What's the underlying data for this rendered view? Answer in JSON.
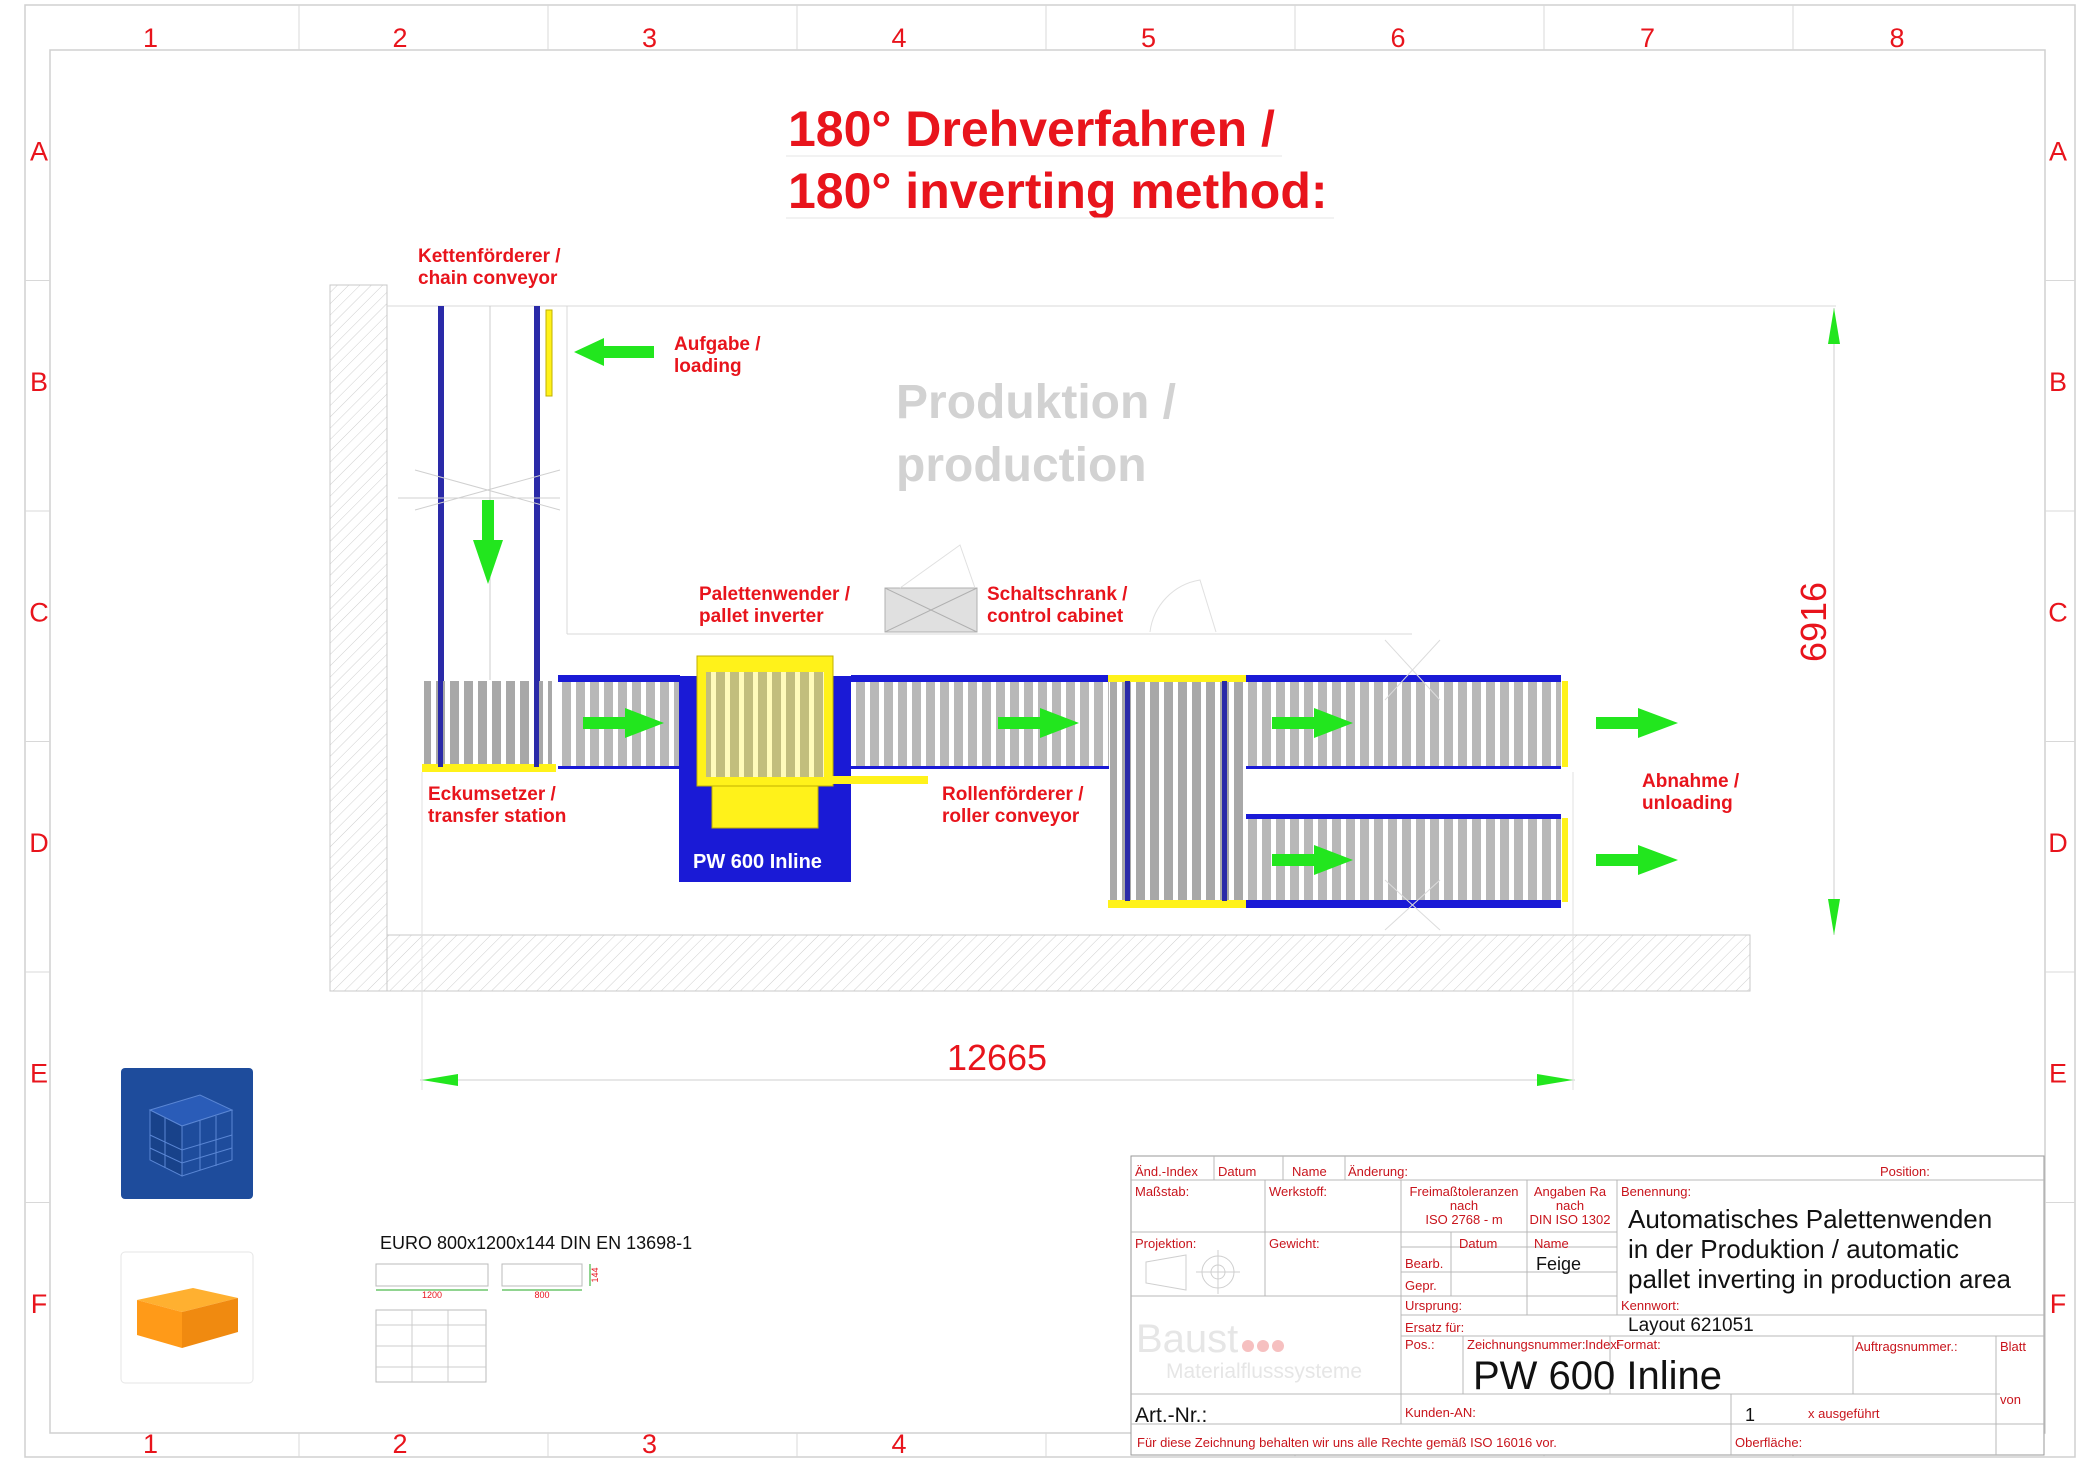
{
  "colors": {
    "accent_red": "#e8141c",
    "conveyor_blue": "#1a1ad6",
    "machine_yellow": "#fff21a",
    "arrow_green": "#22e61e",
    "roller_grey": "#b4b4b4",
    "wall_hatch": "#c8c8c8"
  },
  "grid": {
    "columns": [
      "1",
      "2",
      "3",
      "4",
      "5",
      "6",
      "7",
      "8"
    ],
    "rows": [
      "A",
      "B",
      "C",
      "D",
      "E",
      "F"
    ],
    "bottom_columns": [
      "1",
      "2",
      "3",
      "4"
    ]
  },
  "heading": {
    "line1": "180° Drehverfahren /",
    "line2": "180° inverting method:"
  },
  "area_label": {
    "line1": "Produktion /",
    "line2": "production"
  },
  "labels": {
    "chain_conveyor": [
      "Kettenförderer /",
      "chain conveyor"
    ],
    "loading": [
      "Aufgabe /",
      "loading"
    ],
    "pallet_inverter": [
      "Palettenwender /",
      "pallet inverter"
    ],
    "control_cabinet": [
      "Schaltschrank /",
      "control cabinet"
    ],
    "transfer_station": [
      "Eckumsetzer /",
      "transfer station"
    ],
    "roller_conveyor": [
      "Rollenförderer /",
      "roller conveyor"
    ],
    "unloading": [
      "Abnahme /",
      "unloading"
    ],
    "machine_name": "PW 600 Inline"
  },
  "dimensions": {
    "width": "12665",
    "height": "6916"
  },
  "pallet_info": {
    "text": "EURO 800x1200x144  DIN EN 13698-1",
    "dim_length": "1200",
    "dim_width": "800",
    "dim_height": "144"
  },
  "icons": [
    "pallet-stack-icon",
    "orange-box-icon",
    "projection-symbol-icon",
    "baust-logo"
  ],
  "title_block": {
    "headers": {
      "aend_index": "Änd.-Index",
      "datum": "Datum",
      "name": "Name",
      "aenderung": "Änderung:",
      "position": "Position:",
      "massstab": "Maßstab:",
      "werkstoff": "Werkstoff:",
      "freimass": [
        "Freimaßtoleranzen",
        "nach",
        "ISO 2768 - m"
      ],
      "angaben": [
        "Angaben Ra",
        "nach",
        "DIN ISO 1302"
      ],
      "benennung": "Benennung:",
      "projektion": "Projektion:",
      "gewicht": "Gewicht:",
      "datum2": "Datum",
      "name2": "Name",
      "bearb": "Bearb.",
      "gepr": "Gepr.",
      "ursprung": "Ursprung:",
      "ersatz": "Ersatz für:",
      "kennwort": "Kennwort:",
      "pos": "Pos.:",
      "zeichnungsnummer": "Zeichnungsnummer:",
      "index": "Index:",
      "format": "Format:",
      "auftragsnummer": "Auftragsnummer.:",
      "blatt": "Blatt",
      "von": "von",
      "art_nr": "Art.-Nr.:",
      "kunden_an": "Kunden-AN:",
      "x_ausgefuehrt": "x ausgeführt",
      "oberflaeche": "Oberfläche:",
      "rights": "Für diese Zeichnung behalten wir uns alle Rechte gemäß ISO 16016 vor."
    },
    "values": {
      "bearb_name": "Feige",
      "benennung": [
        "Automatisches Palettenwenden",
        "in der Produktion / automatic",
        "pallet inverting in production area"
      ],
      "kennwort": "Layout 621051",
      "drawing_number": "PW 600 Inline",
      "quantity": "1",
      "logo_text": "Baust",
      "logo_sub": "Materialflusssysteme"
    }
  }
}
